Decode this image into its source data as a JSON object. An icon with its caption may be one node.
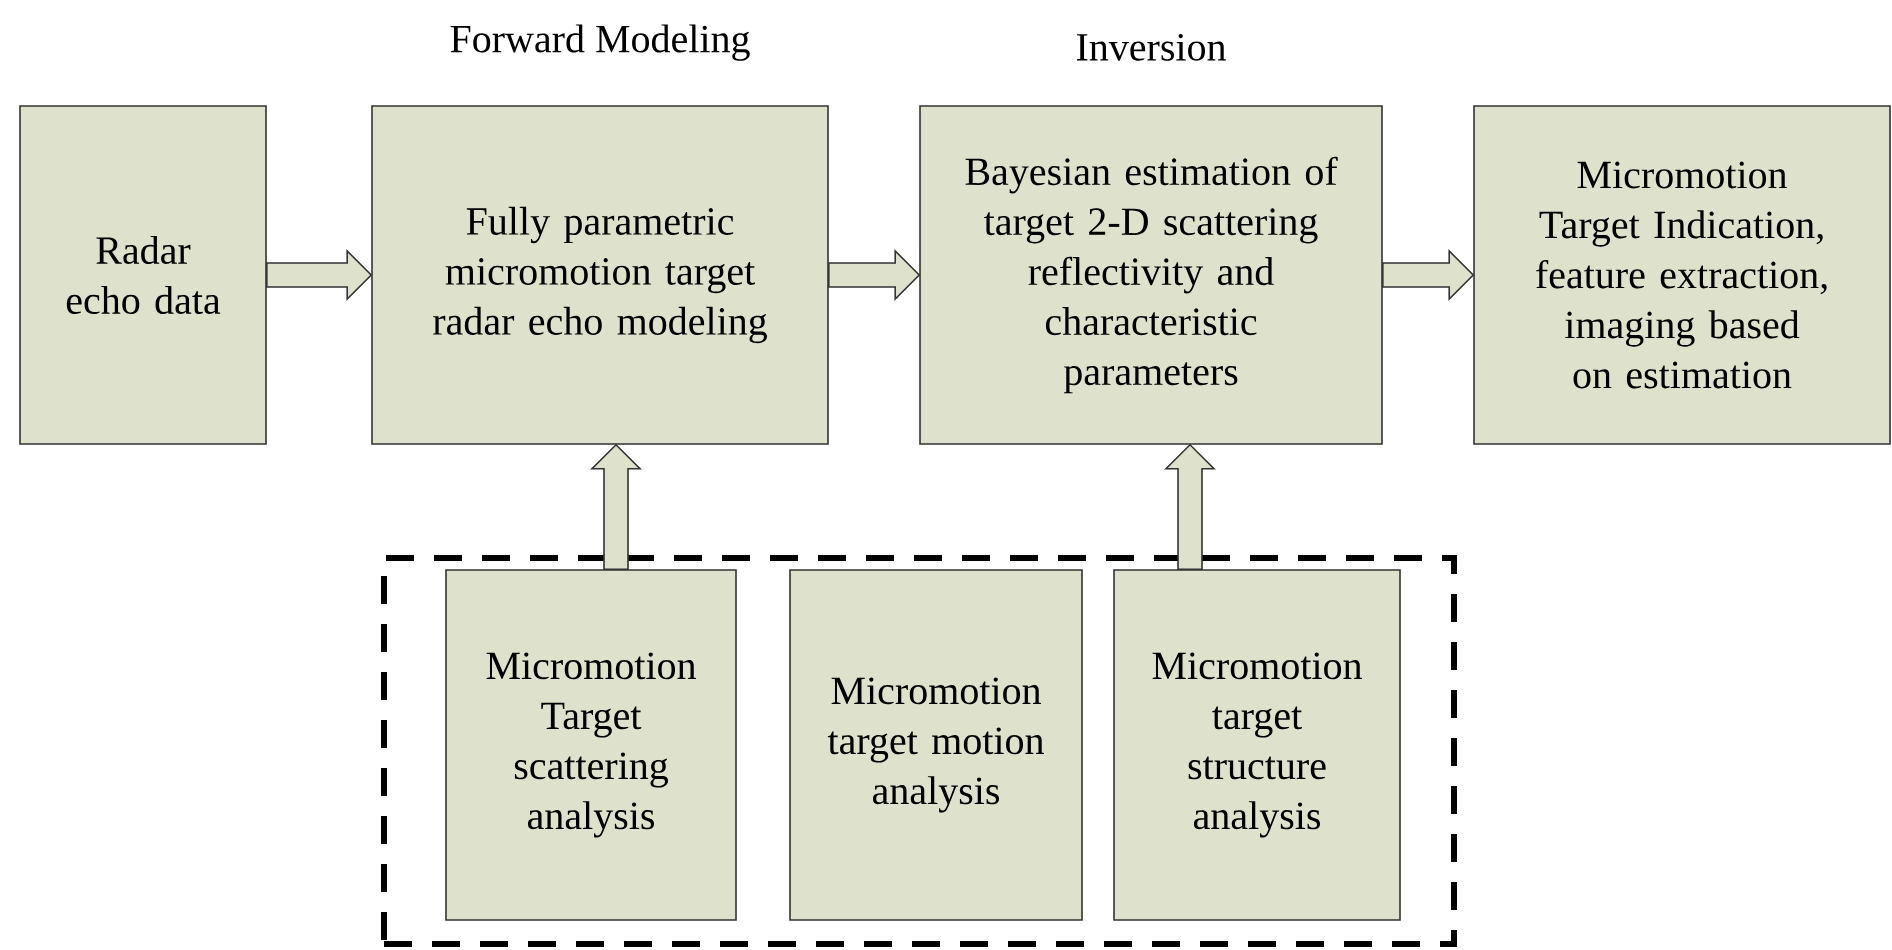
{
  "diagram": {
    "nodes": [
      {
        "text": [
          "Radar echo data"
        ]
      },
      {
        "text": [
          "Forward Modeling",
          "Fully parametric micromotion target radar echo modeling"
        ]
      },
      {
        "text": [
          "Inversion",
          "Bayesian estimation of target 2-D scattering reflectivity and characteristic parameters"
        ]
      },
      {
        "text": [
          "Micromotion Target Indication, feature extraction, imaging based on estimation"
        ]
      },
      {
        "text": [],
        "shape": "box"
      },
      {
        "text": [
          "Micromotion Target scattering analysis"
        ],
        "in": 4
      },
      {
        "text": [
          "Micromotion target motion analysis"
        ],
        "in": 4
      },
      {
        "text": [
          "Micromotion target structure analysis"
        ],
        "in": 4
      }
    ],
    "edges": [
      {
        "from": 0,
        "to": 1,
        "arrow": "to"
      },
      {
        "from": 1,
        "to": 2,
        "arrow": "to"
      },
      {
        "from": 2,
        "to": 3,
        "arrow": "to"
      },
      {
        "from": 5,
        "to": 1,
        "arrow": "to"
      },
      {
        "from": 7,
        "to": 2,
        "arrow": "to"
      }
    ]
  }
}
